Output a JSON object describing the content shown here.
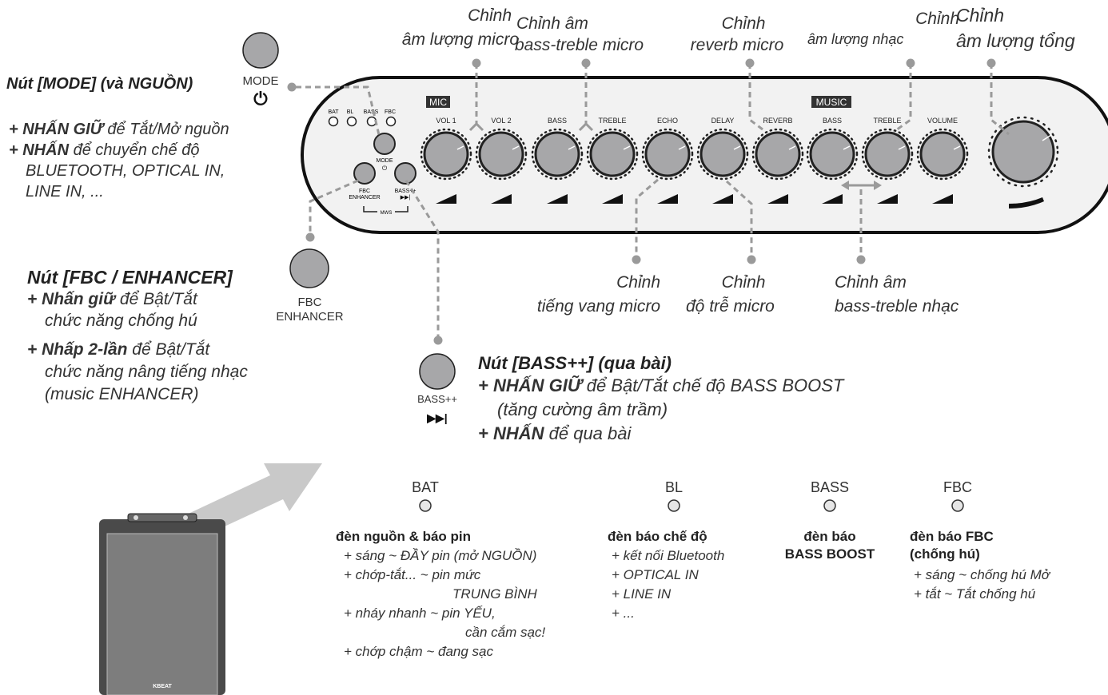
{
  "top_captions": {
    "mic_volume": [
      "Chỉnh",
      "âm lượng micro"
    ],
    "mic_bass_treble": [
      "Chỉnh âm",
      "bass-treble micro"
    ],
    "mic_reverb": [
      "Chỉnh",
      "reverb micro"
    ],
    "music_volume": [
      "Chỉnh",
      "âm lượng nhạc"
    ],
    "master_volume": [
      "Chỉnh",
      "âm lượng tổng"
    ]
  },
  "bottom_captions": {
    "echo": [
      "Chỉnh",
      "tiếng vang micro"
    ],
    "delay": [
      "Chỉnh",
      "độ trễ micro"
    ],
    "music_bass_treble": [
      "Chỉnh âm",
      "bass-treble nhạc"
    ]
  },
  "panel": {
    "mic_tag": "MIC",
    "music_tag": "MUSIC",
    "leds": [
      "BAT",
      "BL",
      "BASS",
      "FBC"
    ],
    "knobs": [
      "VOL 1",
      "VOL 2",
      "BASS",
      "TREBLE",
      "ECHO",
      "DELAY",
      "REVERB",
      "BASS",
      "TREBLE",
      "VOLUME"
    ],
    "mode_label": "MODE",
    "fbc_label": [
      "FBC",
      "ENHANCER"
    ],
    "bass_label": "BASS++",
    "mws_label": "MWS"
  },
  "mode_button": {
    "icon_label": "MODE",
    "title": "Nút [MODE] (và NGUỒN)",
    "hold_key": "+ NHẤN GIỮ",
    "hold_text": " để Tắt/Mở nguồn",
    "press_key": "+ NHẤN",
    "press_text": " để chuyển chế độ",
    "modes_line1": "BLUETOOTH, OPTICAL IN,",
    "modes_line2": "LINE IN, ..."
  },
  "fbc_button": {
    "icon_label": [
      "FBC",
      "ENHANCER"
    ],
    "title": "Nút [FBC / ENHANCER]",
    "hold_key": "+ Nhấn giữ",
    "hold_text": " để Bật/Tắt",
    "hold_text2": "chức năng chống hú",
    "double_key": "+ Nhấp 2-lần",
    "double_text": " để Bật/Tắt",
    "double_text2": "chức năng nâng tiếng nhạc",
    "double_text3": "(music ENHANCER)"
  },
  "bass_button": {
    "icon_label": "BASS++",
    "title": "Nút [BASS++] (qua bài)",
    "hold_key": "+ NHẤN GIỮ",
    "hold_text": " để Bật/Tắt chế độ BASS BOOST",
    "hold_text2": "(tăng cường âm trầm)",
    "press_key": "+ NHẤN",
    "press_text": " để qua bài"
  },
  "led_legend": {
    "bat": {
      "name": "BAT",
      "heading": "đèn nguồn & báo pin",
      "lines": [
        "+ sáng ~ ĐẦY pin (mở NGUỒN)",
        "+ chớp-tắt... ~ pin mức",
        "TRUNG BÌNH",
        "+ nháy nhanh ~ pin YẾU,",
        "cần cắm sạc!",
        "+ chớp chậm ~ đang sạc"
      ]
    },
    "bl": {
      "name": "BL",
      "heading": "đèn báo chế độ",
      "lines": [
        "+ kết nối Bluetooth",
        "+ OPTICAL IN",
        "+ LINE IN",
        "+ ..."
      ]
    },
    "bass": {
      "name": "BASS",
      "heading": [
        "đèn báo",
        "BASS BOOST"
      ]
    },
    "fbc": {
      "name": "FBC",
      "heading": [
        "đèn báo FBC",
        "(chống hú)"
      ],
      "lines": [
        "+ sáng ~ chống hú Mở",
        "+ tắt ~ Tắt chống hú"
      ]
    }
  },
  "speaker": {
    "brand": "KBEAT"
  },
  "colors": {
    "button_fill": "#a7a7a9",
    "panel_fill": "#f1f1f1",
    "dashed": "#9a9a9a",
    "arrow": "#c4c4c4",
    "cabinet": "#4a4a4a"
  }
}
